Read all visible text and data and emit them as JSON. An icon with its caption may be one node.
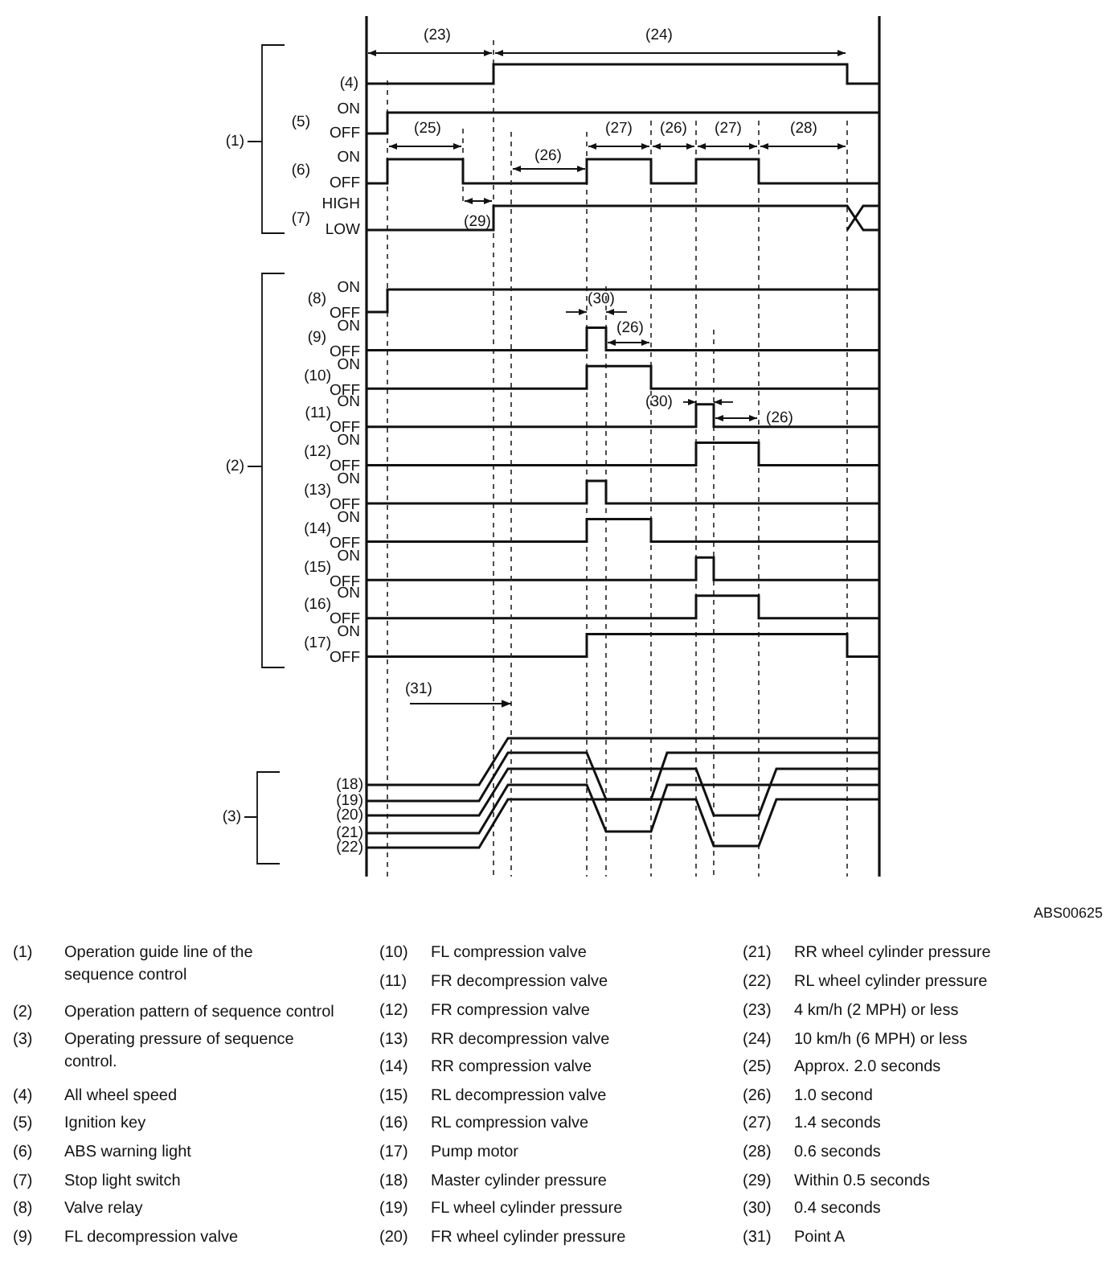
{
  "diagram": {
    "nodes": [
      {
        "text": [
          "(31)"
        ]
      },
      {
        "text": [],
        "shape": "line"
      }
    ],
    "edges": [
      {
        "from": 0,
        "to": 1,
        "arrow": "to"
      }
    ],
    "labels": [
      "(23)",
      "(24)",
      "(4)",
      "ON",
      "(5)",
      "(1)",
      "OFF",
      "(25)",
      "(27)",
      "(26)",
      "(27)",
      "(28)",
      "ON",
      "(6)",
      "(26)",
      "OFF",
      "HIGH",
      "(7)",
      "(29)",
      "LOW",
      "ON",
      "(8)",
      "OFF",
      "(30)",
      "ON",
      "(9)",
      "(26)",
      "OFF",
      "ON",
      "(10)",
      "OFF",
      "ON",
      "(30)",
      "(11)",
      "(26)",
      "OFF",
      "(2)",
      "ON",
      "(12)",
      "OFF",
      "ON",
      "(13)",
      "OFF",
      "ON",
      "(14)",
      "OFF",
      "ON",
      "(15)",
      "OFF",
      "ON",
      "(16)",
      "OFF",
      "ON",
      "(17)",
      "OFF",
      "(18)",
      "(19)",
      "(3)",
      "(20)",
      "(21)",
      "(22)",
      "ABS00625",
      "(1)",
      "Operation guide line of the sequence control",
      "(2)",
      "Operation pattern of sequence control",
      "(3)",
      "Operating pressure of sequence control.",
      "(4)",
      "All wheel speed",
      "(5)",
      "Ignition key",
      "(6)",
      "ABS warning light",
      "(7)",
      "Stop light switch",
      "(8)",
      "Valve relay",
      "(9)",
      "FL decompression valve",
      "(10)",
      "FL compression valve",
      "(11)",
      "FR decompression valve",
      "(12)",
      "FR compression valve",
      "(13)",
      "RR decompression valve",
      "(14)",
      "RR compression valve",
      "(15)",
      "RL decompression valve",
      "(16)",
      "RL compression valve",
      "(17)",
      "Pump motor",
      "(18)",
      "Master cylinder pressure",
      "(19)",
      "FL wheel cylinder pressure",
      "(20)",
      "FR wheel cylinder pressure",
      "(21)",
      "RR wheel cylinder pressure",
      "(22)",
      "RL wheel cylinder pressure",
      "(23)",
      "4 km/h (2 MPH) or less",
      "(24)",
      "10 km/h (6 MPH) or less",
      "(25)",
      "Approx. 2.0 seconds",
      "(26)",
      "1.0 second",
      "(27)",
      "1.4 seconds",
      "(28)",
      "0.6 seconds",
      "(29)",
      "Within 0.5 seconds",
      "(30)",
      "0.4 seconds",
      "(31)",
      "Point A"
    ]
  }
}
